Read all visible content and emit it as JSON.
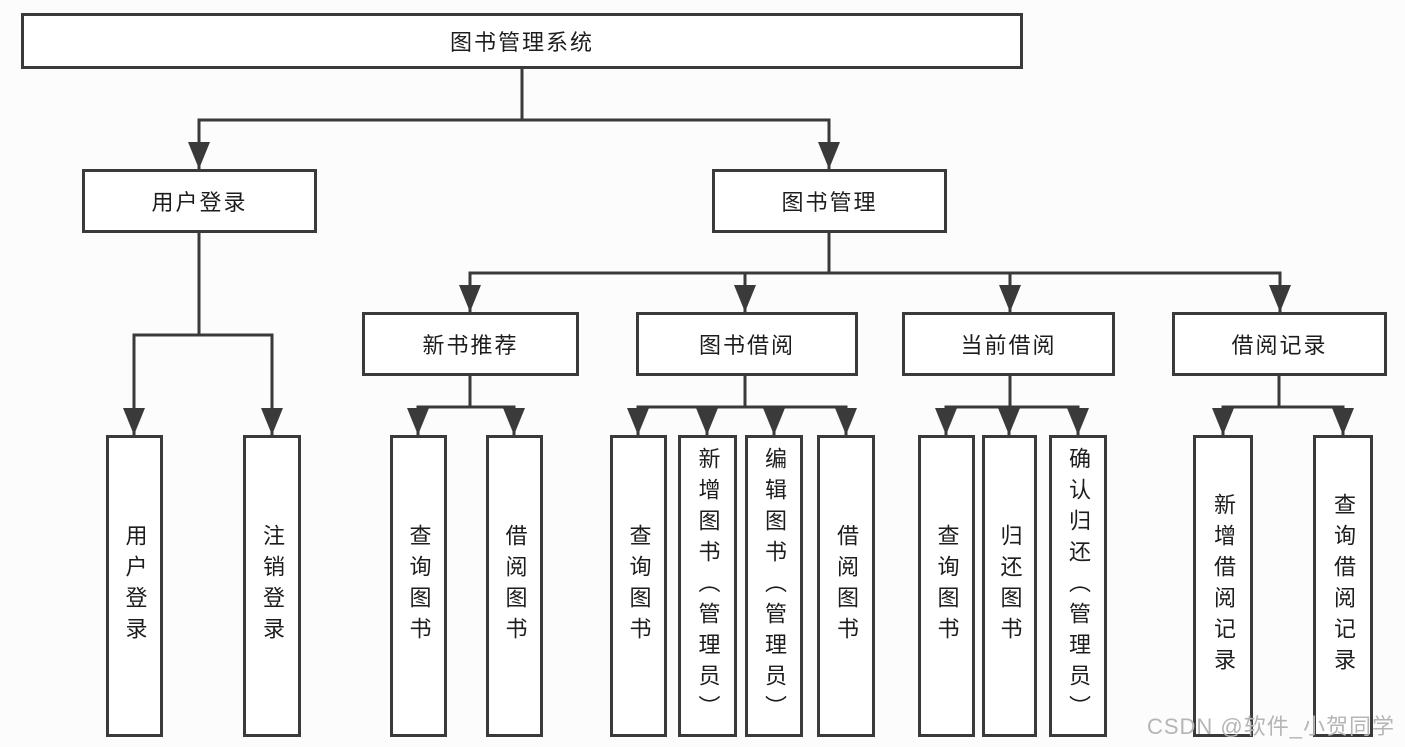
{
  "tree": {
    "root": "图书管理系统",
    "branches": [
      {
        "label": "用户登录",
        "children": [
          "用户登录",
          "注销登录"
        ]
      },
      {
        "label": "图书管理",
        "children": [
          {
            "label": "新书推荐",
            "children": [
              "查询图书",
              "借阅图书"
            ]
          },
          {
            "label": "图书借阅",
            "children": [
              "查询图书",
              "新增图书（管理员）",
              "编辑图书（管理员）",
              "借阅图书"
            ]
          },
          {
            "label": "当前借阅",
            "children": [
              "查询图书",
              "归还图书",
              "确认归还（管理员）"
            ]
          },
          {
            "label": "借阅记录",
            "children": [
              "新增借阅记录",
              "查询借阅记录"
            ]
          }
        ]
      }
    ]
  },
  "watermark": "CSDN @软件_小贺同学",
  "colors": {
    "line": "#3a3a3a",
    "box_border": "#3a3a3a",
    "box_fill": "#ffffff",
    "text": "#1d1d1f",
    "watermark": "#b5b5b5",
    "background": "#fcfcfc"
  }
}
